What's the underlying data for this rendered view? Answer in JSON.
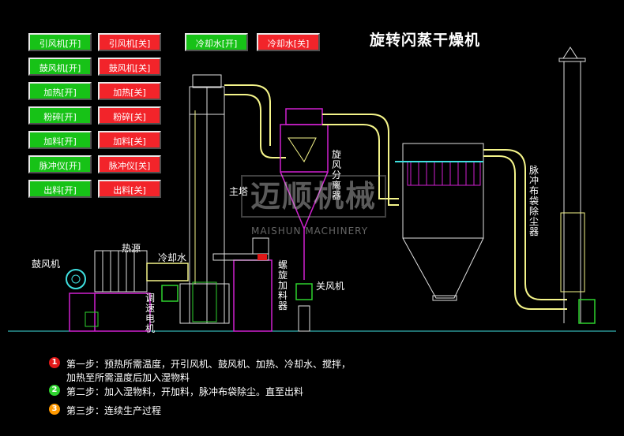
{
  "title": "旋转闪蒸干燥机",
  "colors": {
    "on": "#17c217",
    "off": "#f2242a",
    "pipe": "#f5f58a",
    "frame": "#d020d0",
    "equipment_white": "#e0e0e0",
    "motor_green": "#2ed22e",
    "cyan": "#3fe0e0",
    "red": "#e01818",
    "orange": "#ff9900"
  },
  "controls": [
    {
      "on": "引风机[开]",
      "off": "引风机[关]"
    },
    {
      "on": "鼓风机[开]",
      "off": "鼓风机[关]"
    },
    {
      "on": "加热[开]",
      "off": "加热[关]"
    },
    {
      "on": "粉碎[开]",
      "off": "粉碎[关]"
    },
    {
      "on": "加料[开]",
      "off": "加料[关]"
    },
    {
      "on": "脉冲仪[开]",
      "off": "脉冲仪[关]"
    },
    {
      "on": "出料[开]",
      "off": "出料[关]"
    }
  ],
  "cooling": {
    "on": "冷却水[开]",
    "off": "冷却水[关]"
  },
  "labels": {
    "blower": "鼓风机",
    "heat_source": "热源",
    "cooling_water": "冷却水",
    "main_tower": "主塔",
    "cyclone": "旋风分离器",
    "pulse_bag": "脉冲布袋除尘器",
    "screw_feeder": "螺旋加料器",
    "shut_fan": "关风机",
    "speed_motor": "调速电机"
  },
  "watermark": {
    "cn": "迈顺机械",
    "en": "MAISHUN MACHINERY"
  },
  "steps": [
    {
      "num": "1",
      "color": "#e01818",
      "lines": [
        "第一步：预热所需温度，开引风机、鼓风机、加热、冷却水、搅拌，",
        "加热至所需温度后加入湿物料"
      ]
    },
    {
      "num": "2",
      "color": "#2ed22e",
      "lines": [
        "第二步：加入湿物料，开加料，脉冲布袋除尘。直至出料"
      ]
    },
    {
      "num": "3",
      "color": "#ff9900",
      "lines": [
        "第三步：连续生产过程"
      ]
    }
  ]
}
